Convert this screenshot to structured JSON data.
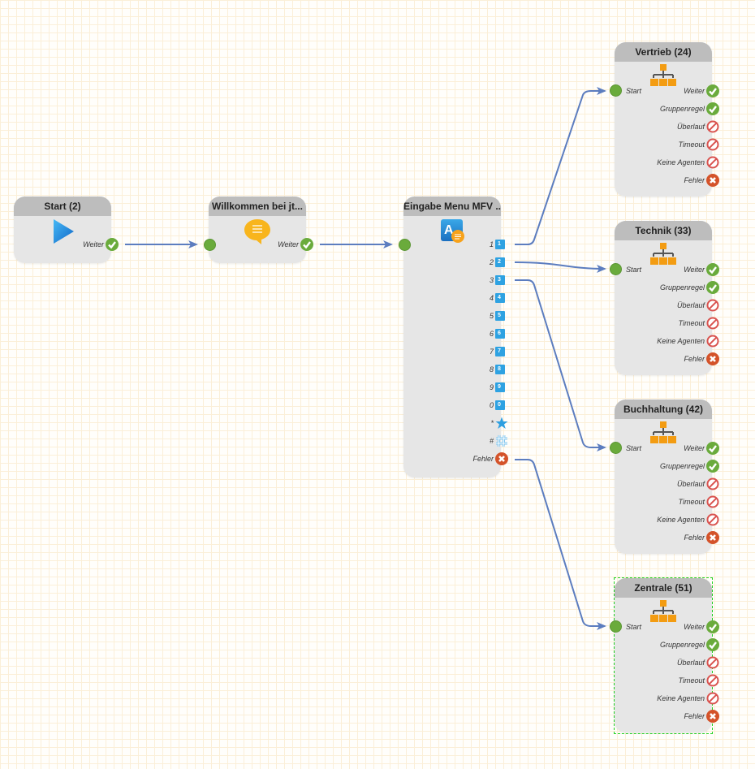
{
  "canvas": {
    "grid_color": "#fbefd8",
    "edge_color": "#5c7dbf"
  },
  "nodes": {
    "start": {
      "title": "Start (2)",
      "icon": "play-icon",
      "outputs": [
        {
          "label": "Weiter",
          "icon": "check-icon"
        }
      ]
    },
    "welcome": {
      "title": "Willkommen bei jt...",
      "icon": "speech-bubble-icon",
      "input": "",
      "outputs": [
        {
          "label": "Weiter",
          "icon": "check-icon"
        }
      ]
    },
    "menu": {
      "title": "Eingabe Menu MFV ...",
      "icon": "menu-input-icon",
      "input": "",
      "outputs": [
        {
          "label": "1",
          "key": "1"
        },
        {
          "label": "2",
          "key": "2"
        },
        {
          "label": "3",
          "key": "3"
        },
        {
          "label": "4",
          "key": "4"
        },
        {
          "label": "5",
          "key": "5"
        },
        {
          "label": "6",
          "key": "6"
        },
        {
          "label": "7",
          "key": "7"
        },
        {
          "label": "8",
          "key": "8"
        },
        {
          "label": "9",
          "key": "9"
        },
        {
          "label": "0",
          "key": "0"
        },
        {
          "label": "*",
          "key": "star"
        },
        {
          "label": "#",
          "key": "hash"
        },
        {
          "label": "Fehler",
          "key": "error"
        }
      ]
    },
    "groups": [
      {
        "id": "vertrieb",
        "title": "Vertrieb (24)",
        "input": "Start",
        "selected": false,
        "outputs": [
          {
            "label": "Weiter",
            "icon": "check"
          },
          {
            "label": "Gruppenregel",
            "icon": "check"
          },
          {
            "label": "Überlauf",
            "icon": "forbidden"
          },
          {
            "label": "Timeout",
            "icon": "forbidden"
          },
          {
            "label": "Keine Agenten",
            "icon": "forbidden"
          },
          {
            "label": "Fehler",
            "icon": "error"
          }
        ]
      },
      {
        "id": "technik",
        "title": "Technik (33)",
        "input": "Start",
        "selected": false,
        "outputs": [
          {
            "label": "Weiter",
            "icon": "check"
          },
          {
            "label": "Gruppenregel",
            "icon": "check"
          },
          {
            "label": "Überlauf",
            "icon": "forbidden"
          },
          {
            "label": "Timeout",
            "icon": "forbidden"
          },
          {
            "label": "Keine Agenten",
            "icon": "forbidden"
          },
          {
            "label": "Fehler",
            "icon": "error"
          }
        ]
      },
      {
        "id": "buchhaltung",
        "title": "Buchhaltung (42)",
        "input": "Start",
        "selected": false,
        "outputs": [
          {
            "label": "Weiter",
            "icon": "check"
          },
          {
            "label": "Gruppenregel",
            "icon": "check"
          },
          {
            "label": "Überlauf",
            "icon": "forbidden"
          },
          {
            "label": "Timeout",
            "icon": "forbidden"
          },
          {
            "label": "Keine Agenten",
            "icon": "forbidden"
          },
          {
            "label": "Fehler",
            "icon": "error"
          }
        ]
      },
      {
        "id": "zentrale",
        "title": "Zentrale (51)",
        "input": "Start",
        "selected": true,
        "outputs": [
          {
            "label": "Weiter",
            "icon": "check"
          },
          {
            "label": "Gruppenregel",
            "icon": "check"
          },
          {
            "label": "Überlauf",
            "icon": "forbidden"
          },
          {
            "label": "Timeout",
            "icon": "forbidden"
          },
          {
            "label": "Keine Agenten",
            "icon": "forbidden"
          },
          {
            "label": "Fehler",
            "icon": "error"
          }
        ]
      }
    ]
  },
  "edges": [
    {
      "from": "start.Weiter",
      "to": "welcome"
    },
    {
      "from": "welcome.Weiter",
      "to": "menu"
    },
    {
      "from": "menu.1",
      "to": "vertrieb"
    },
    {
      "from": "menu.2",
      "to": "technik"
    },
    {
      "from": "menu.3",
      "to": "buchhaltung"
    },
    {
      "from": "menu.Fehler",
      "to": "zentrale"
    }
  ]
}
